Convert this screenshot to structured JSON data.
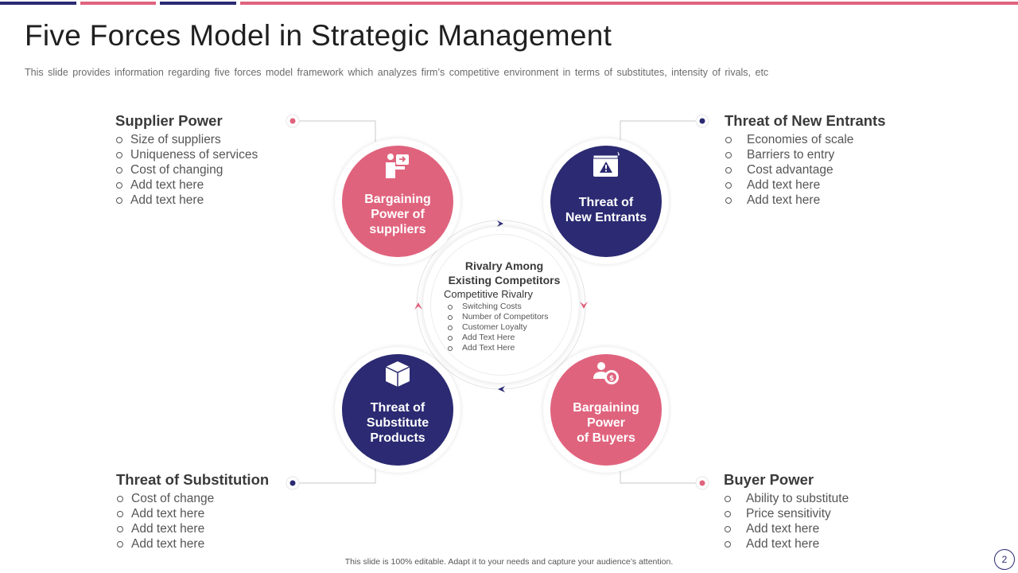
{
  "colors": {
    "pink": "#e0637d",
    "navy": "#2b2a72",
    "connector": "#c9c9c9"
  },
  "header": {
    "title": "Five Forces Model in Strategic Management",
    "subtitle": "This slide provides information regarding five forces model framework which analyzes firm’s competitive environment in terms of substitutes, intensity of rivals, etc"
  },
  "supplier_power": {
    "heading": "Supplier Power",
    "items": [
      "Size of suppliers",
      "Uniqueness of services",
      "Cost of changing",
      "Add text here",
      "Add text here"
    ]
  },
  "new_entrants": {
    "heading": "Threat of New Entrants",
    "items": [
      "Economies of scale",
      "Barriers to entry",
      "Cost advantage",
      "Add text here",
      "Add text here"
    ]
  },
  "substitution": {
    "heading": "Threat of Substitution",
    "items": [
      "Cost of change",
      "Add text here",
      "Add text here",
      "Add text here"
    ]
  },
  "buyer_power": {
    "heading": "Buyer Power",
    "items": [
      "Ability to substitute",
      "Price sensitivity",
      "Add text here",
      "Add text here"
    ]
  },
  "forces": {
    "suppliers": {
      "label": "Bargaining\nPower of\nsuppliers",
      "icon": "presenter-icon"
    },
    "entrants": {
      "label": "Threat of\nNew Entrants",
      "icon": "warning-window-icon"
    },
    "substitutes": {
      "label": "Threat of\nSubstitute\nProducts",
      "icon": "box-icon"
    },
    "buyers": {
      "label": "Bargaining\nPower\nof Buyers",
      "icon": "buyer-dollar-icon"
    }
  },
  "center": {
    "title": "Rivalry Among\nExisting Competitors",
    "subtitle": "Competitive Rivalry",
    "items": [
      "Switching Costs",
      "Number of Competitors",
      "Customer Loyalty",
      "Add Text Here",
      "Add Text Here"
    ]
  },
  "footer": {
    "note": "This slide is 100% editable. Adapt it to your needs and capture your audience’s attention.",
    "page_number": "2"
  }
}
